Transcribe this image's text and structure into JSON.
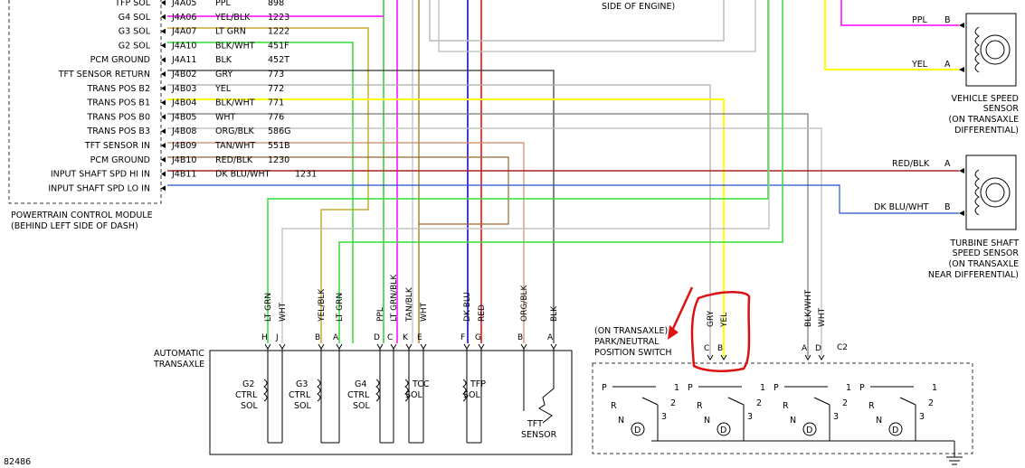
{
  "figure_id": "82486",
  "pcm": {
    "label_line1": "POWERTRAIN CONTROL MODULE",
    "label_line2": "(BEHIND LEFT SIDE OF DASH)",
    "rows": [
      {
        "name": "TFP SOL",
        "pin": "J4A05",
        "color": "PPL",
        "circuit": "898"
      },
      {
        "name": "G4 SOL",
        "pin": "J4A06",
        "color": "YEL/BLK",
        "circuit": "1223"
      },
      {
        "name": "G3 SOL",
        "pin": "J4A07",
        "color": "LT GRN",
        "circuit": "1222"
      },
      {
        "name": "G2 SOL",
        "pin": "J4A10",
        "color": "BLK/WHT",
        "circuit": "451F"
      },
      {
        "name": "PCM GROUND",
        "pin": "J4A11",
        "color": "BLK",
        "circuit": "452T"
      },
      {
        "name": "TFT SENSOR RETURN",
        "pin": "J4B02",
        "color": "GRY",
        "circuit": "773"
      },
      {
        "name": "TRANS POS B2",
        "pin": "J4B03",
        "color": "YEL",
        "circuit": "772"
      },
      {
        "name": "TRANS POS B1",
        "pin": "J4B04",
        "color": "BLK/WHT",
        "circuit": "771"
      },
      {
        "name": "TRANS POS B0",
        "pin": "J4B05",
        "color": "WHT",
        "circuit": "776"
      },
      {
        "name": "TRANS POS B3",
        "pin": "J4B08",
        "color": "ORG/BLK",
        "circuit": "586G"
      },
      {
        "name": "TFT SENSOR IN",
        "pin": "J4B09",
        "color": "TAN/WHT",
        "circuit": "551B"
      },
      {
        "name": "PCM GROUND",
        "pin": "J4B10",
        "color": "RED/BLK",
        "circuit": "1230"
      },
      {
        "name": "INPUT SHAFT SPD HI IN",
        "pin": "J4B11",
        "color": "DK BLU/WHT",
        "circuit": "1231"
      },
      {
        "name": "INPUT SHAFT SPD LO IN",
        "pin": "",
        "color": "",
        "circuit": ""
      }
    ]
  },
  "top_note": "SIDE OF ENGINE)",
  "vss": {
    "wire1": "PPL",
    "pin1": "B",
    "wire2": "YEL",
    "pin2": "A",
    "label": [
      "VEHICLE SPEED",
      "SENSOR",
      "(ON TRANSAXLE",
      "DIFFERENTIAL)"
    ]
  },
  "tss": {
    "wire1": "RED/BLK",
    "pin1": "A",
    "wire2": "DK BLU/WHT",
    "pin2": "B",
    "label": [
      "TURBINE SHAFT",
      "SPEED SENSOR",
      "(ON TRANSAXLE",
      "NEAR DIFFERENTIAL)"
    ]
  },
  "transaxle": {
    "label_line1": "AUTOMATIC",
    "label_line2": "TRANSAXLE",
    "wires": [
      {
        "color": "LT GRN",
        "pin": "H"
      },
      {
        "color": "WHT",
        "pin": "J"
      },
      {
        "color": "YEL/BLK",
        "pin": "B"
      },
      {
        "color": "LT GRN",
        "pin": "A"
      },
      {
        "color": "PPL",
        "pin": "D"
      },
      {
        "color": "LT GRN/BLK",
        "pin": "C"
      },
      {
        "color": "TAN/BLK",
        "pin": "K"
      },
      {
        "color": "WHT",
        "pin": "E"
      },
      {
        "color": "DK BLU",
        "pin": "F"
      },
      {
        "color": "RED",
        "pin": "G"
      },
      {
        "color": "ORG/BLK",
        "pin": "B"
      },
      {
        "color": "BLK",
        "pin": "A"
      }
    ],
    "components": [
      {
        "l1": "G2",
        "l2": "CTRL",
        "l3": "SOL"
      },
      {
        "l1": "G3",
        "l2": "CTRL",
        "l3": "SOL"
      },
      {
        "l1": "G4",
        "l2": "CTRL",
        "l3": "SOL"
      },
      {
        "l1": "TCC",
        "l2": "SOL",
        "l3": ""
      },
      {
        "l1": "TFP",
        "l2": "SOL",
        "l3": ""
      }
    ],
    "tft_l1": "TFT",
    "tft_l2": "SENSOR"
  },
  "pns": {
    "label": [
      "(ON TRANSAXLE)",
      "PARK/NEUTRAL",
      "POSITION SWITCH"
    ],
    "wires": [
      {
        "color": "GRY",
        "pin": "C"
      },
      {
        "color": "YEL",
        "pin": "B"
      },
      {
        "color": "BLK/WHT",
        "pin": "A"
      },
      {
        "color": "WHT",
        "pin": "D"
      }
    ],
    "pin_c2": "C2",
    "switch_labels": {
      "P": "P",
      "R": "R",
      "N": "N",
      "D": "D",
      "n1": "1",
      "n2": "2",
      "n3": "3"
    }
  },
  "colors": {
    "ppl": "#ff00ff",
    "yelblk": "#ccaa33",
    "ltgrn": "#33dd33",
    "blk": "#333333",
    "gry": "#aaaaaa",
    "yel": "#ffff00",
    "blkwht": "#777777",
    "wht": "#bbbbbb",
    "orgblk": "#cc8866",
    "tanwht": "#996633",
    "redblk": "#aa2222",
    "dkbluwht": "#2255cc",
    "red": "#ee0000",
    "dkblu": "#0000cc",
    "annotation": "#dd1111"
  }
}
